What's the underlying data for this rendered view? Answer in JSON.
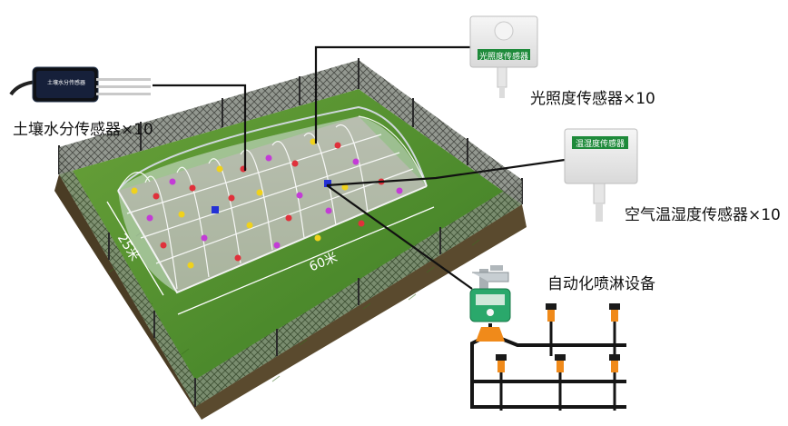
{
  "labels": {
    "soil_moisture_sensor": "土壤水分传感器×10",
    "light_sensor": "光照度传感器×10",
    "temp_humidity_sensor": "空气温湿度传感器×10",
    "sprinkler_system": "自动化喷淋设备",
    "width_dimension": "25米",
    "length_dimension": "60米"
  },
  "device_text": {
    "soil_probe_title": "土壤水分传感器",
    "light_box_title": "光照度传感器",
    "temp_box_title": "温湿度传感器"
  },
  "colors": {
    "grass": "#4f8a2e",
    "fence": "#3a3a3a",
    "greenhouse": "#dfe8ec",
    "sensor_green": "#1e8a3a",
    "valve_orange": "#f08a1a"
  }
}
